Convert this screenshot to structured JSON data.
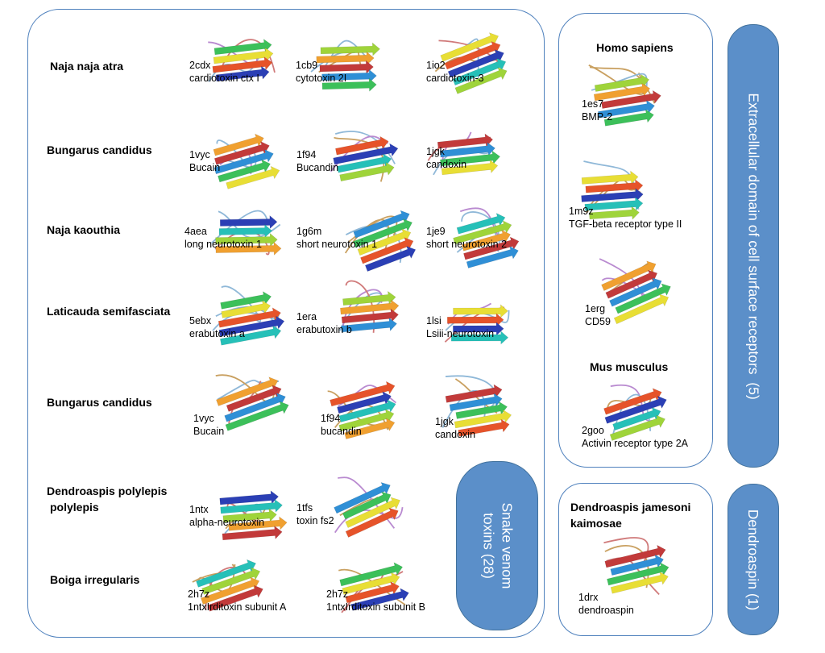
{
  "groups": {
    "snake": {
      "badge": [
        "Snake venom",
        "toxins (28)"
      ],
      "species": [
        "Naja naja atra",
        "Bungarus candidus",
        "Naja kaouthia",
        "Laticauda semifasciata",
        "Bungarus candidus",
        "Dendroaspis polylepis",
        "polylepis",
        "Boiga irregularis"
      ]
    },
    "receptors": {
      "badge": "Extracellular domain of cell surface receptors  (5)",
      "species": [
        "Homo sapiens",
        "Mus musculus"
      ]
    },
    "dendroaspin": {
      "badge": "Dendroaspin (1)",
      "species": [
        "Dendroaspis jamesoni",
        "kaimosae"
      ]
    }
  },
  "structures": [
    {
      "pdb": "2cdx",
      "name": "cardiotoxin ctx I"
    },
    {
      "pdb": "1cb9",
      "name": "cytotoxin 2I"
    },
    {
      "pdb": "1io2",
      "name": "cardiotoxin-3"
    },
    {
      "pdb": "1vyc",
      "name": "Bucain"
    },
    {
      "pdb": "1f94",
      "name": "Bucandin"
    },
    {
      "pdb": "1jgk",
      "name": "candoxin"
    },
    {
      "pdb": "4aea",
      "name": "long neurotoxin 1"
    },
    {
      "pdb": "1g6m",
      "name": "short neurotoxin 1"
    },
    {
      "pdb": "1je9",
      "name": "short neurotoxin 2"
    },
    {
      "pdb": "5ebx",
      "name": "erabutoxin a"
    },
    {
      "pdb": "1era",
      "name": "erabutoxin b"
    },
    {
      "pdb": "1lsi",
      "name": "Lsiii-neurotoxin"
    },
    {
      "pdb": "1vyc",
      "name": "Bucain"
    },
    {
      "pdb": "1f94",
      "name": "bucandin"
    },
    {
      "pdb": "1jgk",
      "name": "candoxin"
    },
    {
      "pdb": "1ntx",
      "name": "alpha-neurotoxin"
    },
    {
      "pdb": "1tfs",
      "name": "toxin fs2"
    },
    {
      "pdb": "2h7z",
      "name": "1ntxIrditoxin subunit A"
    },
    {
      "pdb": "2h7z",
      "name": "1ntxIrditoxin subunit B"
    },
    {
      "pdb": "1es7",
      "name": "BMP-2"
    },
    {
      "pdb": "1m9z",
      "name": "TGF-beta receptor type II"
    },
    {
      "pdb": "1erg",
      "name": "CD59"
    },
    {
      "pdb": "2goo",
      "name": "Activin receptor type 2A"
    },
    {
      "pdb": "1drx",
      "name": "dendroaspin"
    }
  ],
  "ribbon_colors": [
    "#2b3fb5",
    "#2f8fd6",
    "#26c0b8",
    "#3cc05a",
    "#9fd43a",
    "#e8de35",
    "#f0a030",
    "#e6532a",
    "#c23a3a"
  ],
  "loop_colors": [
    "#c9a060",
    "#8fb8d8",
    "#b98ad0",
    "#d07a7a"
  ]
}
